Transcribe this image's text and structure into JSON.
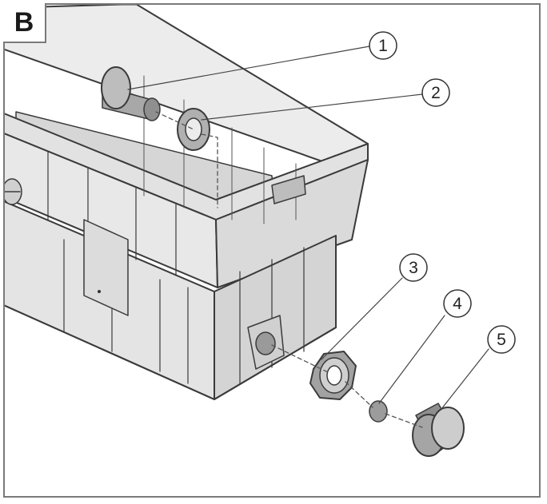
{
  "panel": {
    "label": "B"
  },
  "callouts": [
    "1",
    "2",
    "3",
    "4",
    "5"
  ],
  "colors": {
    "body_fill": "#e7e7e7",
    "body_dark": "#cfcfcf",
    "stroke": "#3a3a3a",
    "frame": "#7a7a7a"
  }
}
